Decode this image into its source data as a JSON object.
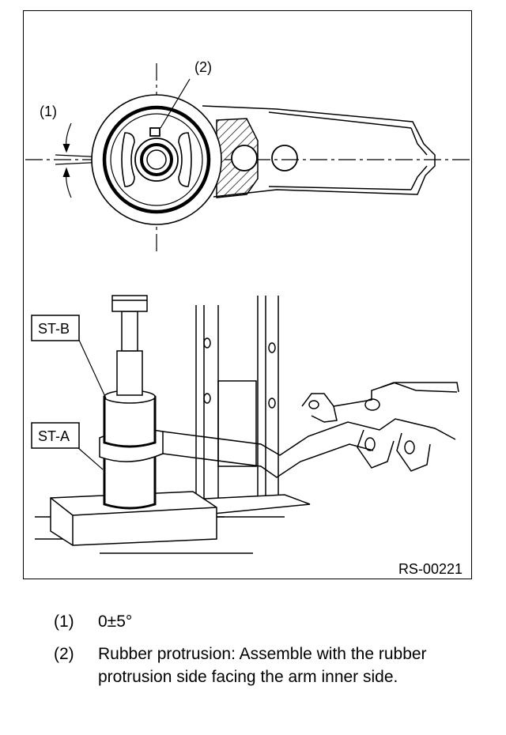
{
  "figure": {
    "callout_1": "(1)",
    "callout_2": "(2)",
    "tool_b": "ST-B",
    "tool_a": "ST-A",
    "figure_code": "RS-00221"
  },
  "legend": [
    {
      "num": "(1)",
      "text": "0±5°"
    },
    {
      "num": "(2)",
      "text": "Rubber protrusion: Assemble with the rubber protrusion side facing the arm inner side."
    }
  ]
}
